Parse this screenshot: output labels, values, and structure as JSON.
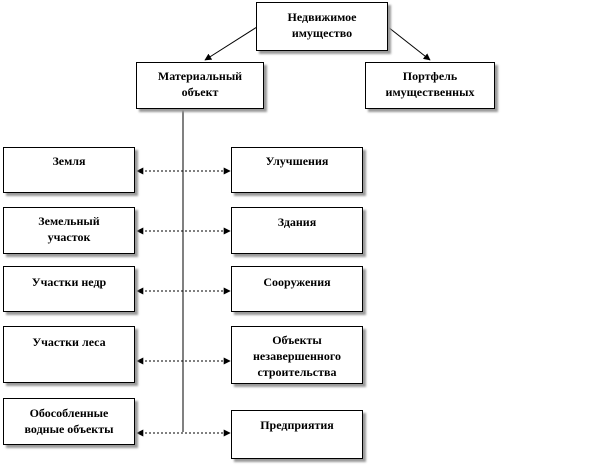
{
  "diagram": {
    "root": "Недвижимое\nимущество",
    "material_object": "Материальный\nобъект",
    "portfolio": "Портфель\nимущественных",
    "left_column": [
      "Земля",
      "Земельный\nучасток",
      "Участки недр",
      "Участки леса",
      "Обособленные\nводные объекты"
    ],
    "right_column": [
      "Улучшения",
      "Здания",
      "Сооружения",
      "Объекты\nнезавершенного\nстроительства",
      "Предприятия"
    ]
  },
  "colors": {
    "line": "#000000",
    "shadow": "#9a9a9a",
    "box_fill": "#ffffff"
  }
}
